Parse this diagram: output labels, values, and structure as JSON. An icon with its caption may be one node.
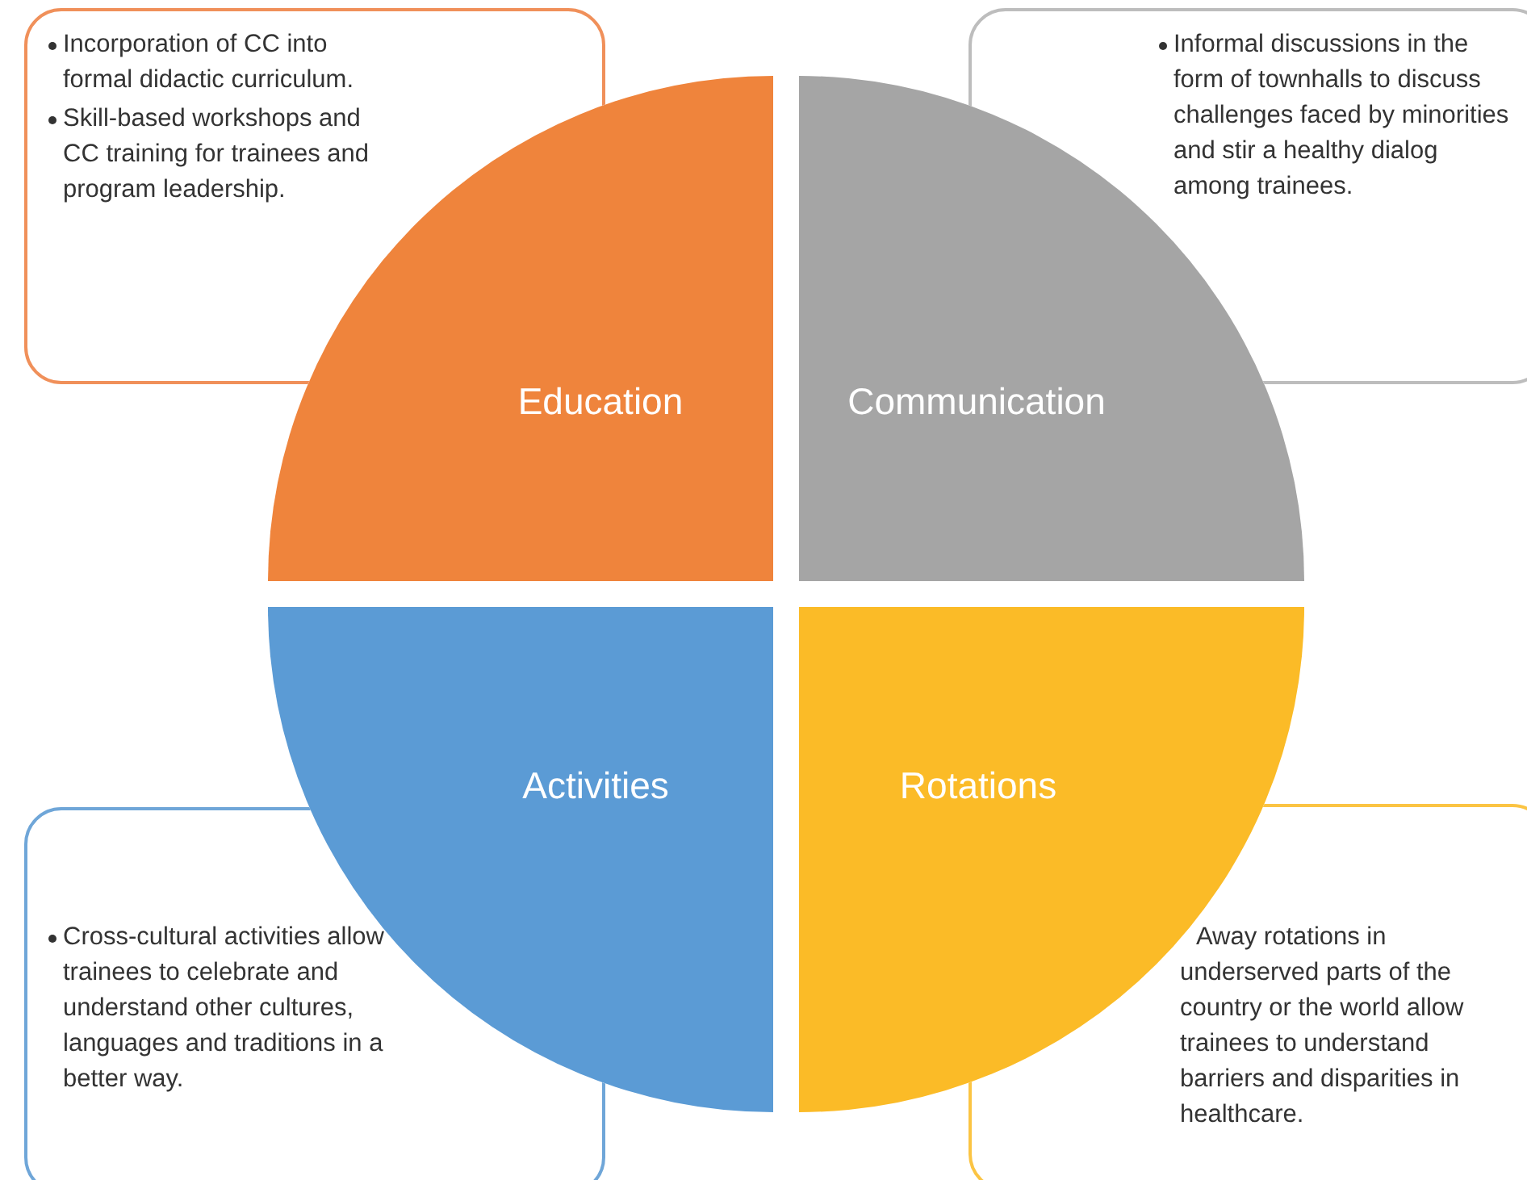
{
  "diagram": {
    "nodes": [
      {
        "text": [
          "Incorporation of CC into formal didactic curriculum.",
          "Skill-based workshops and CC training for trainees and program leadership."
        ]
      },
      {
        "text": [
          "Informal discussions in the form of townhalls to discuss challenges faced by minorities and stir a healthy dialog among trainees."
        ]
      },
      {
        "text": [
          "Education"
        ]
      },
      {
        "text": [
          "Communication"
        ]
      },
      {
        "text": [
          "Activities"
        ]
      },
      {
        "text": [
          "Rotations"
        ]
      },
      {
        "text": [
          "Cross-cultural activities allow trainees to celebrate and understand other cultures, languages and traditions in a better way."
        ]
      },
      {
        "text": [
          "Away rotations in underserved parts of the country or the world allow trainees to understand barriers and disparities in healthcare."
        ]
      }
    ]
  }
}
